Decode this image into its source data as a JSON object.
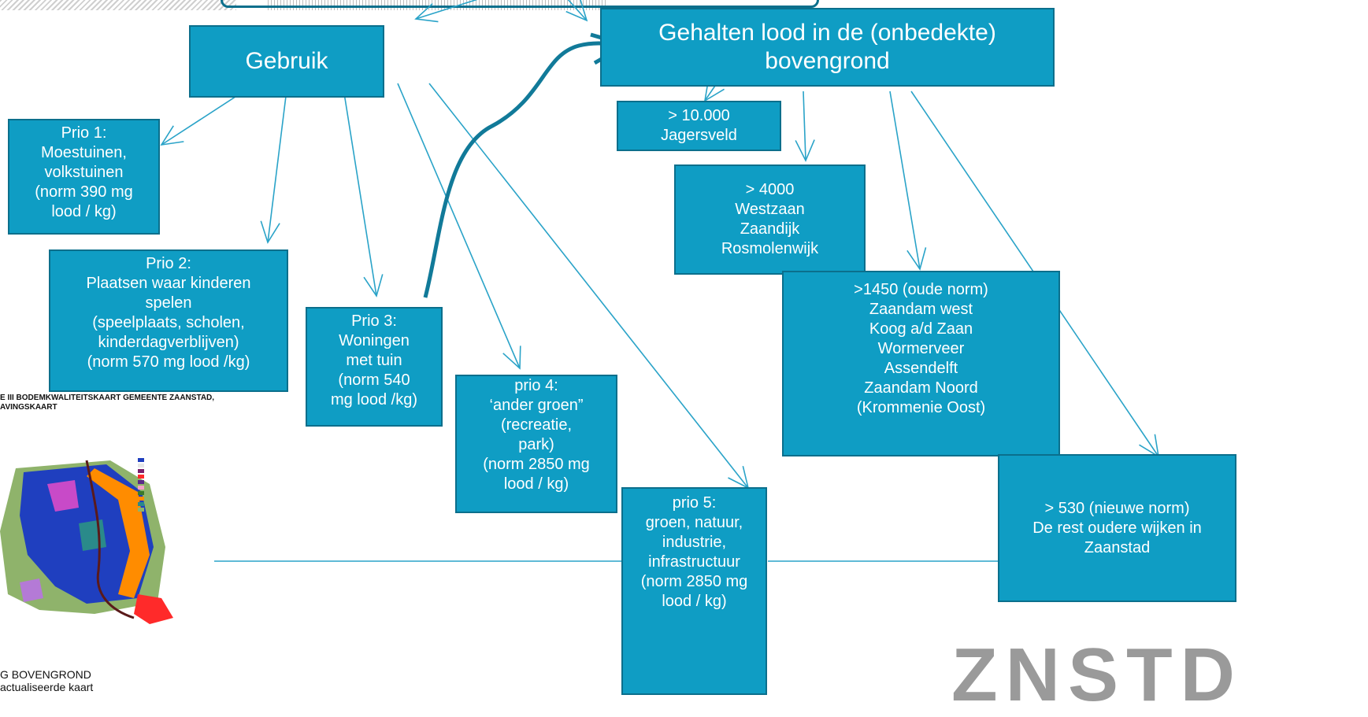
{
  "boxes": {
    "gebruik": "Gebruik",
    "gehalten": [
      "Gehalten lood in de (onbedekte)",
      "bovengrond"
    ],
    "prio1": [
      "Prio 1:",
      "Moestuinen,",
      "volkstuinen",
      "(norm 390 mg",
      "lood / kg)"
    ],
    "prio2": [
      "Prio 2:",
      "Plaatsen waar kinderen",
      "spelen",
      "(speelplaats, scholen,",
      "kinderdagverblijven)",
      "(norm 570 mg lood /kg)"
    ],
    "prio3": [
      "Prio 3:",
      "Woningen",
      "met tuin",
      "(norm 540",
      "mg lood /kg)"
    ],
    "prio4": [
      "prio 4:",
      "‘ander groen”",
      "(recreatie,",
      "park)",
      "(norm 2850 mg",
      "lood / kg)"
    ],
    "prio5": [
      "prio 5:",
      "groen, natuur,",
      "industrie,",
      "infrastructuur",
      "(norm 2850 mg",
      "lood / kg)"
    ],
    "jagersveld": [
      "> 10.000",
      "Jagersveld"
    ],
    "westzaan": [
      "> 4000",
      "Westzaan",
      "Zaandijk",
      "Rosmolenwijk"
    ],
    "oude_norm": [
      ">1450 (oude norm)",
      "Zaandam west",
      "Koog a/d Zaan",
      "Wormerveer",
      "Assendelft",
      "Zaandam Noord",
      "(Krommenie Oost)"
    ],
    "nieuwe_norm": [
      "> 530 (nieuwe norm)",
      "De rest oudere wijken in",
      "Zaanstad"
    ]
  },
  "map": {
    "header": [
      "E III   BODEMKWALITEITSKAART GEMEENTE ZAANSTAD,",
      "AVINGSKAART"
    ],
    "caption": [
      "G BOVENGROND",
      "actualiseerde kaart"
    ],
    "legend_colors": [
      "#1f3fbf",
      "#e6e6e6",
      "#7a1f6b",
      "#ff2a2a",
      "#5a2a8a",
      "#f4a0c8",
      "#3a7a2a",
      "#ff8c00",
      "#2a8a8a",
      "#8fb36b"
    ]
  },
  "logo": "ZNSTD",
  "colors": {
    "box": "#0f9dc4",
    "border": "#0b6f8c",
    "line": "#2aa3c8"
  }
}
